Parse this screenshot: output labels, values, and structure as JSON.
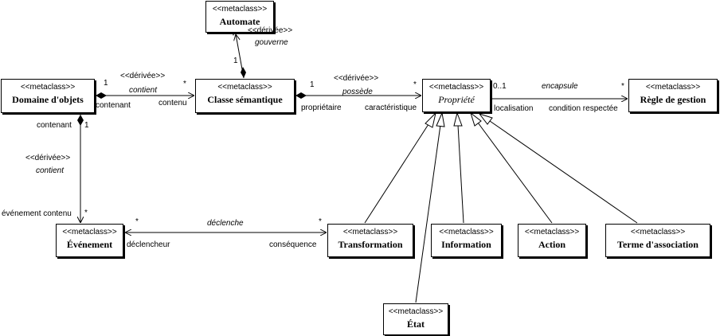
{
  "classes": {
    "automate": {
      "stereotype": "<<metaclass>>",
      "name": "Automate"
    },
    "domaine": {
      "stereotype": "<<metaclass>>",
      "name": "Domaine d'objets"
    },
    "classe": {
      "stereotype": "<<metaclass>>",
      "name": "Classe sémantique"
    },
    "propriete": {
      "stereotype": "<<metaclass>>",
      "name": "Propriété"
    },
    "regle": {
      "stereotype": "<<metaclass>>",
      "name": "Règle de gestion"
    },
    "evenement": {
      "stereotype": "<<metaclass>>",
      "name": "Événement"
    },
    "transformation": {
      "stereotype": "<<metaclass>>",
      "name": "Transformation"
    },
    "information": {
      "stereotype": "<<metaclass>>",
      "name": "Information"
    },
    "action": {
      "stereotype": "<<metaclass>>",
      "name": "Action"
    },
    "terme": {
      "stereotype": "<<metaclass>>",
      "name": "Terme d'association"
    },
    "etat": {
      "stereotype": "<<metaclass>>",
      "name": "État"
    }
  },
  "associations": {
    "gouverne": {
      "stereotype": "<<dérivée>>",
      "name": "gouverne",
      "mult_classe": "1",
      "mult_automate": "*"
    },
    "contient_classe": {
      "stereotype": "<<dérivée>>",
      "name": "contient",
      "mult_domaine": "1",
      "mult_classe": "*",
      "role_domaine": "contenant",
      "role_classe": "contenu"
    },
    "possede": {
      "stereotype": "<<dérivée>>",
      "name": "possède",
      "mult_classe": "1",
      "mult_propriete": "*",
      "role_classe": "propriétaire",
      "role_propriete": "caractéristique"
    },
    "encapsule": {
      "name": "encapsule",
      "mult_propriete": "0..1",
      "mult_regle": "*",
      "role_propriete": "localisation",
      "role_regle": "condition respectée"
    },
    "contient_evenement": {
      "stereotype": "<<dérivée>>",
      "name": "contient",
      "mult_domaine": "1",
      "mult_evenement": "*",
      "role_domaine": "contenant",
      "role_evenement": "événement contenu"
    },
    "declenche": {
      "name": "déclenche",
      "mult_evenement": "*",
      "mult_transformation": "*",
      "role_evenement": "déclencheur",
      "role_transformation": "conséquence"
    }
  }
}
